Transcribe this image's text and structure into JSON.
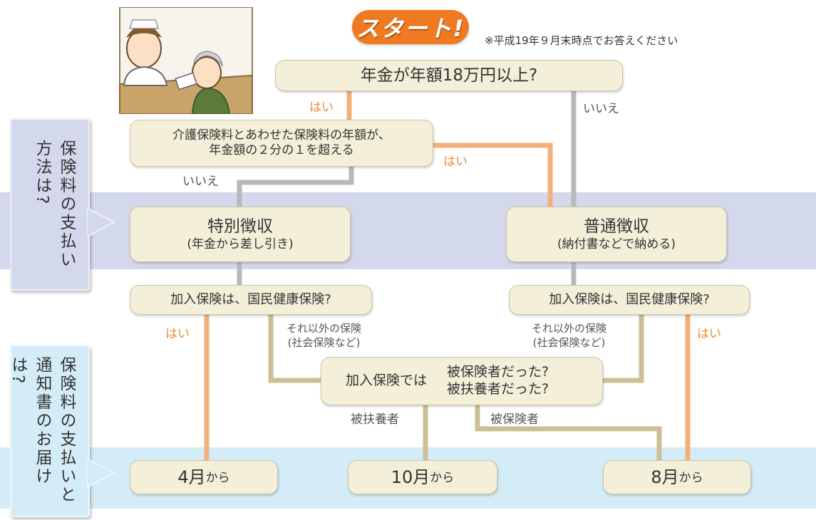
{
  "start_label": "スタート!",
  "note": "※平成19年９月末時点でお答えください",
  "side_labels": {
    "payment_method": "保険料の支払い方法は?",
    "notice_timing": "保険料の支払いと通知書のお届けは?"
  },
  "boxes": {
    "q1": "年金が年額18万円以上?",
    "q2_line1": "介護保険料とあわせた保険料の年額が、",
    "q2_line2": "年金額の２分の１を超える",
    "special": "特別徴収",
    "special_sub": "(年金から差し引き)",
    "ordinary": "普通徴収",
    "ordinary_sub": "(納付書などで納める)",
    "q3_left": "加入保険は、国民健康保険?",
    "q3_right": "加入保険は、国民健康保険?",
    "q4_prefix": "加入保険では",
    "q4_line1": "被保険者だった?",
    "q4_line2": "被扶養者だった?",
    "r_april": "4月",
    "r_october": "10月",
    "r_august": "8月",
    "r_suffix": "から"
  },
  "edge_labels": {
    "yes": "はい",
    "no": "いいえ",
    "other_line1": "それ以外の保険",
    "other_line2": "(社会保険など)",
    "dependent": "被扶養者",
    "insured": "被保険者"
  },
  "colors": {
    "yes_line": "#f4b07a",
    "no_line": "#b9b9bd",
    "other_line": "#cdbf94",
    "box_fill": "#f3efd9",
    "band_method": "#d4d8ec",
    "band_notice": "#d4ecf7"
  }
}
